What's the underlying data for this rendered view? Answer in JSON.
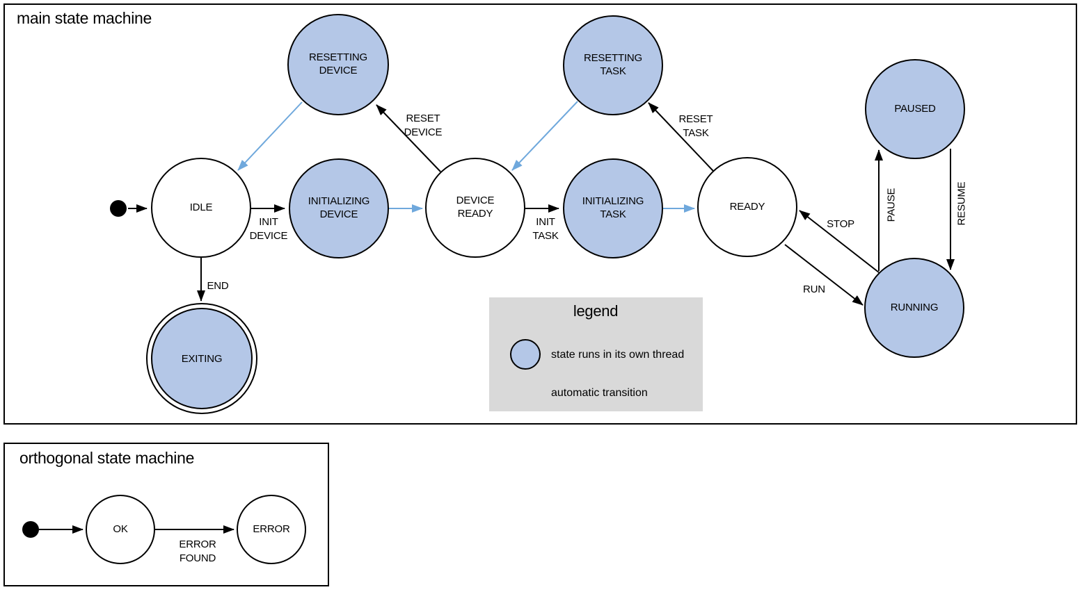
{
  "colors": {
    "thread_state_fill": "#b4c7e7",
    "automatic_transition_blue": "#6fa8dc",
    "legend_background": "#d9d9d9",
    "line_black": "#000000"
  },
  "main_state_machine": {
    "title": "main state machine",
    "states": {
      "idle": "IDLE",
      "resetting_device": "RESETTING\nDEVICE",
      "initializing_device": "INITIALIZING\nDEVICE",
      "device_ready": "DEVICE\nREADY",
      "resetting_task": "RESETTING\nTASK",
      "initializing_task": "INITIALIZING\nTASK",
      "ready": "READY",
      "paused": "PAUSED",
      "running": "RUNNING",
      "exiting": "EXITING"
    },
    "transitions": {
      "init_device": "INIT\nDEVICE",
      "reset_device": "RESET\nDEVICE",
      "init_task": "INIT\nTASK",
      "reset_task": "RESET\nTASK",
      "stop": "STOP",
      "run": "RUN",
      "pause": "PAUSE",
      "resume": "RESUME",
      "end": "END"
    }
  },
  "legend": {
    "title": "legend",
    "thread_item_label": "state runs in its own thread",
    "auto_item_label": "automatic transition"
  },
  "orthogonal_state_machine": {
    "title": "orthogonal state machine",
    "states": {
      "ok": "OK",
      "error": "ERROR"
    },
    "transitions": {
      "error_found": "ERROR\nFOUND"
    }
  }
}
